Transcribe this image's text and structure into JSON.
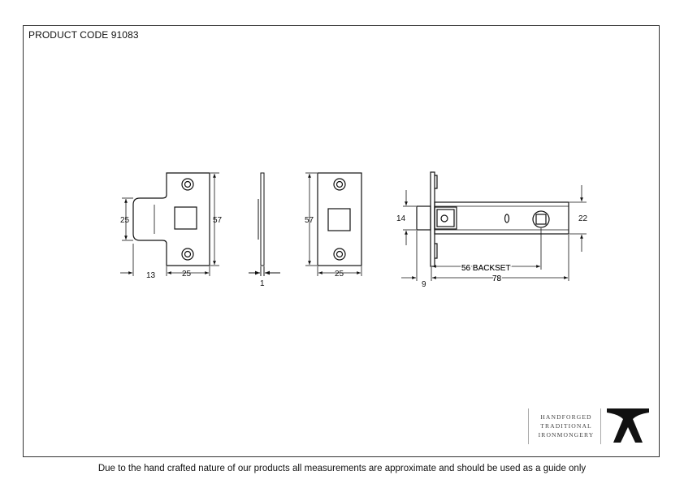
{
  "header": {
    "product_code": "PRODUCT CODE 91083"
  },
  "dimensions": {
    "striker": {
      "height": "57",
      "tongue_height": "25",
      "lip": "13",
      "width": "25"
    },
    "striker_side": {
      "thickness": "1"
    },
    "forend": {
      "height": "57",
      "width": "25"
    },
    "latch": {
      "bolt_height": "14",
      "body_height": "22",
      "bolt_projection": "9",
      "backset": "56 BACKSET",
      "length": "78"
    }
  },
  "brand": {
    "line1": "HANDFORGED",
    "line2": "TRADITIONAL",
    "line3": "IRONMONGERY"
  },
  "footer": {
    "disclaimer": "Due to the hand crafted nature of our products all measurements are approximate and should be used as a guide only"
  }
}
